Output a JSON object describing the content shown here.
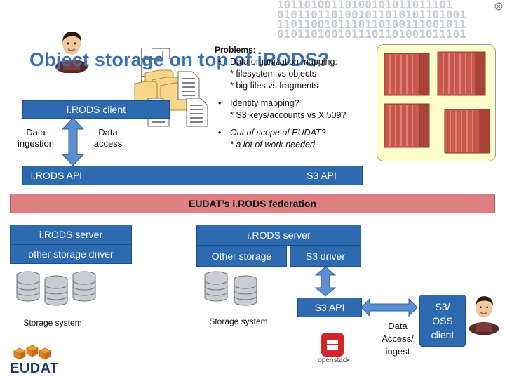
{
  "title": "Object storage on top of iRODS?",
  "problems": {
    "heading": "Problems:",
    "items": [
      {
        "lines": [
          "Data organization mapping:",
          "* filesystem vs objects",
          "* big files vs fragments"
        ],
        "italic": false
      },
      {
        "lines": [
          "Identity mapping?",
          "* S3 keys/accounts vs X.509?"
        ],
        "italic": false
      },
      {
        "lines": [
          "Out of scope of EUDAT?",
          "* a lot of work needed"
        ],
        "italic": true
      }
    ]
  },
  "left": {
    "client_label": "i.RODS client",
    "ingestion_label": "Data\ningestion",
    "access_label": "Data\naccess",
    "api_label": "i.RODS API"
  },
  "s3_api_top": "S3 API",
  "federation_label": "EUDAT’s i.RODS federation",
  "left_server": {
    "server_label": "i.RODS server",
    "driver_label": "other storage driver",
    "storage_label": "Storage system"
  },
  "right_server": {
    "server_label": "i.RODS server",
    "other_storage_label": "Other storage",
    "s3_driver_label": "S3 driver",
    "storage_label": "Storage system",
    "s3_api_label": "S3 API"
  },
  "data_access_label": "Data\nAccess/\ningest",
  "client_box_label": "S3/\nOSS\nclient",
  "eudat_logo_text": "EUDAT",
  "openstack_logo_text": "openstack",
  "binary_text": "10110100110100101011011101\n0101101101001011010101101001\n1101100101110110100111001011\n0101101001011101101001011101",
  "colors": {
    "accent_blue": "#2e6ab0",
    "federation_red": "#e07f82",
    "title_blue": "#3b6fb6"
  },
  "icons": [
    "user-avatar",
    "folder-tree",
    "document",
    "container",
    "disk-stack",
    "cloud-logo"
  ]
}
